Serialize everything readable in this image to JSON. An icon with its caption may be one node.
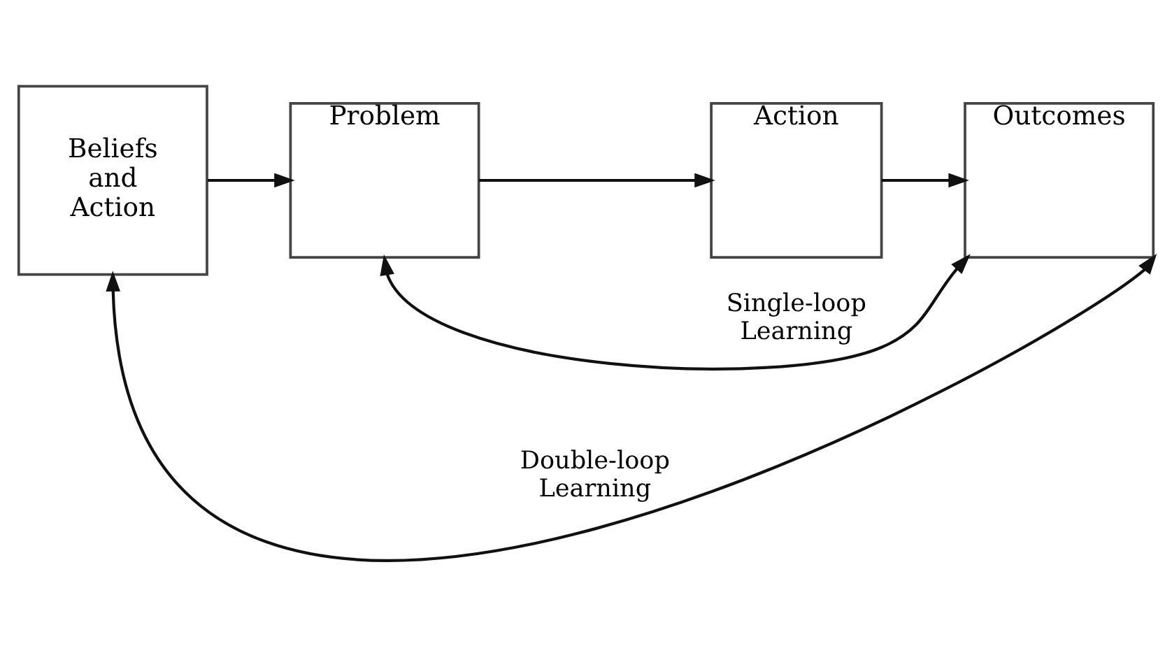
{
  "diagram": {
    "nodes": [
      {
        "text": [
          "Beliefs and Action"
        ]
      },
      {
        "text": [
          "Problem"
        ]
      },
      {
        "text": [
          "Action"
        ]
      },
      {
        "text": [
          "Outcomes"
        ]
      }
    ],
    "edges": [
      {
        "from": 0,
        "to": 1,
        "arrow": "to"
      },
      {
        "from": 1,
        "to": 2,
        "arrow": "to"
      },
      {
        "from": 2,
        "to": 3,
        "arrow": "to"
      },
      {
        "from": 3,
        "to": 1,
        "arrow": "both",
        "label": "Single-loop Learning"
      },
      {
        "from": 3,
        "to": 0,
        "arrow": "both",
        "label": "Double-loop Learning"
      }
    ]
  }
}
